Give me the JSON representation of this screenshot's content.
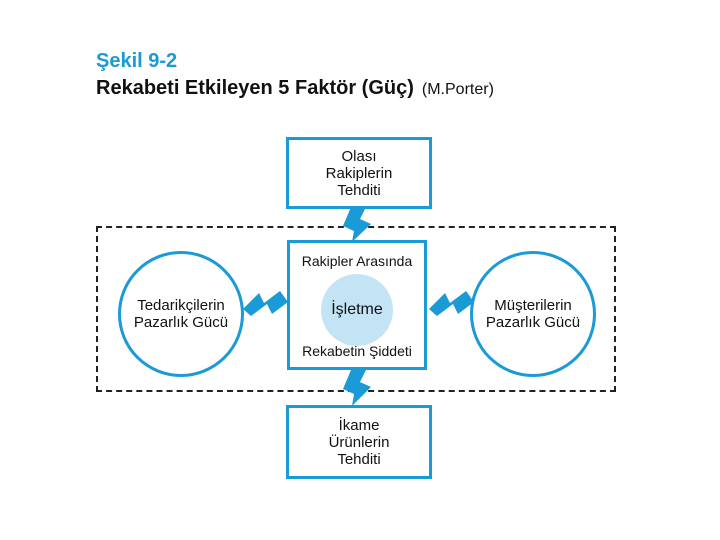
{
  "figure": {
    "label": "Şekil 9-2",
    "title": "Rekabeti Etkileyen 5 Faktör (Güç)",
    "author": "(M.Porter)"
  },
  "nodes": {
    "top": {
      "lines": [
        "Olası",
        "Rakiplerin",
        "Tehditi"
      ]
    },
    "left": {
      "lines": [
        "Tedarikçilerin",
        "Pazarlık Gücü"
      ]
    },
    "right": {
      "lines": [
        "Müşterilerin",
        "Pazarlık Gücü"
      ]
    },
    "center": {
      "top_label": "Rakipler Arasında",
      "core_label": "İşletme",
      "bottom_label": "Rekabetin Şiddeti"
    },
    "bottom": {
      "lines": [
        "İkame",
        "Ürünlerin",
        "Tehditi"
      ]
    }
  },
  "colors": {
    "accent": "#1a9ad6",
    "core_fill": "#c3e4f5",
    "frame": "#222222"
  }
}
